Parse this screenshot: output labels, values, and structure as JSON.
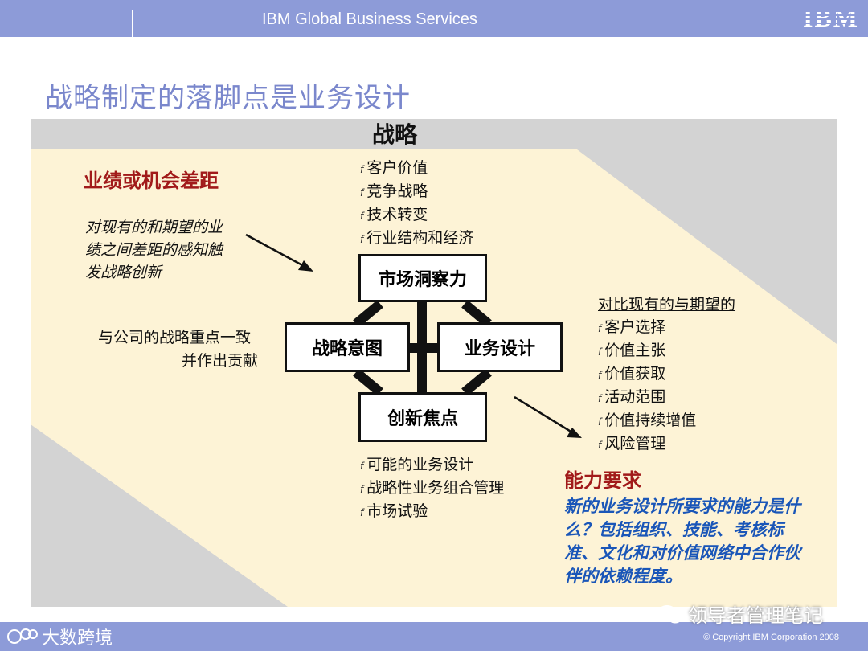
{
  "header": {
    "org": "IBM Global Business Services",
    "logo": "IBM"
  },
  "title": "战略制定的落脚点是业务设计",
  "diagram": {
    "top_label": "战略",
    "gap": {
      "title": "业绩或机会差距",
      "desc_lines": [
        "对现有的和期望的业",
        "绩之间差距的感知触",
        "发战略创新"
      ]
    },
    "align_lines": [
      "与公司的战略重点一致",
      "并作出贡献"
    ],
    "market_insight": {
      "label": "市场洞察力",
      "items": [
        "客户价值",
        "竞争战略",
        "技术转变",
        "行业结构和经济"
      ]
    },
    "strategic_intent": {
      "label": "战略意图"
    },
    "business_design": {
      "label": "业务设计",
      "heading": "对比现有的与期望的",
      "items": [
        "客户选择",
        "价值主张",
        "价值获取",
        "活动范围",
        "价值持续增值",
        "风险管理"
      ]
    },
    "innovation_focus": {
      "label": "创新焦点",
      "items": [
        "可能的业务设计",
        "战略性业务组合管理",
        "市场试验"
      ]
    },
    "capability": {
      "title": "能力要求",
      "desc": "新的业务设计所要求的能力是什么？包括组织、技能、考核标准、文化和对价值网络中合作伙伴的依赖程度。"
    },
    "bullet_glyph": "f"
  },
  "footer": {
    "copyright": "© Copyright IBM Corporation 2008",
    "watermark_right": "领导者管理笔记",
    "watermark_left": "大数跨境"
  },
  "colors": {
    "bar": "#8d9bd8",
    "title": "#7a87cc",
    "panel_gray": "#d3d3d3",
    "panel_cream": "#fdf3d6",
    "section_red": "#a11a1a",
    "capability_blue": "#1a56b8"
  }
}
